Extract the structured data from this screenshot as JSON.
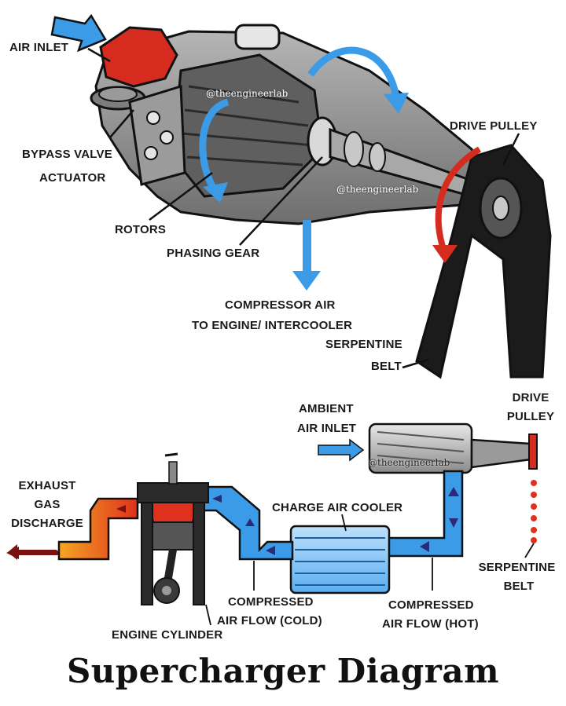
{
  "colors": {
    "air_blue": "#3b9be6",
    "exhaust_red": "#e0301e",
    "exhaust_orange": "#f5a623",
    "housing_gray": "#8f8f8f",
    "belt_black": "#1b1b1b",
    "pulley_red": "#d62b1f"
  },
  "watermark": "@theengineerlab",
  "top_labels": {
    "air_inlet": "AIR INLET",
    "bypass_valve_line1": "BYPASS VALVE",
    "bypass_valve_line2": "ACTUATOR",
    "rotors": "ROTORS",
    "phasing_gear": "PHASING GEAR",
    "drive_pulley": "DRIVE PULLEY",
    "compressor_line1": "COMPRESSOR AIR",
    "compressor_line2": "TO ENGINE/ INTERCOOLER",
    "serpentine_line1": "SERPENTINE",
    "serpentine_line2": "BELT"
  },
  "bottom_labels": {
    "ambient_line1": "AMBIENT",
    "ambient_line2": "AIR INLET",
    "drive_line1": "DRIVE",
    "drive_line2": "PULLEY",
    "exhaust_line1": "EXHAUST",
    "exhaust_line2": "GAS",
    "exhaust_line3": "DISCHARGE",
    "charge_air_cooler": "CHARGE AIR COOLER",
    "serpentine_line1": "SERPENTINE",
    "serpentine_line2": "BELT",
    "compressed_cold_line1": "COMPRESSED",
    "compressed_cold_line2": "AIR FLOW (COLD)",
    "compressed_hot_line1": "COMPRESSED",
    "compressed_hot_line2": "AIR FLOW (HOT)",
    "engine_cylinder": "ENGINE CYLINDER"
  },
  "title": "Supercharger Diagram"
}
